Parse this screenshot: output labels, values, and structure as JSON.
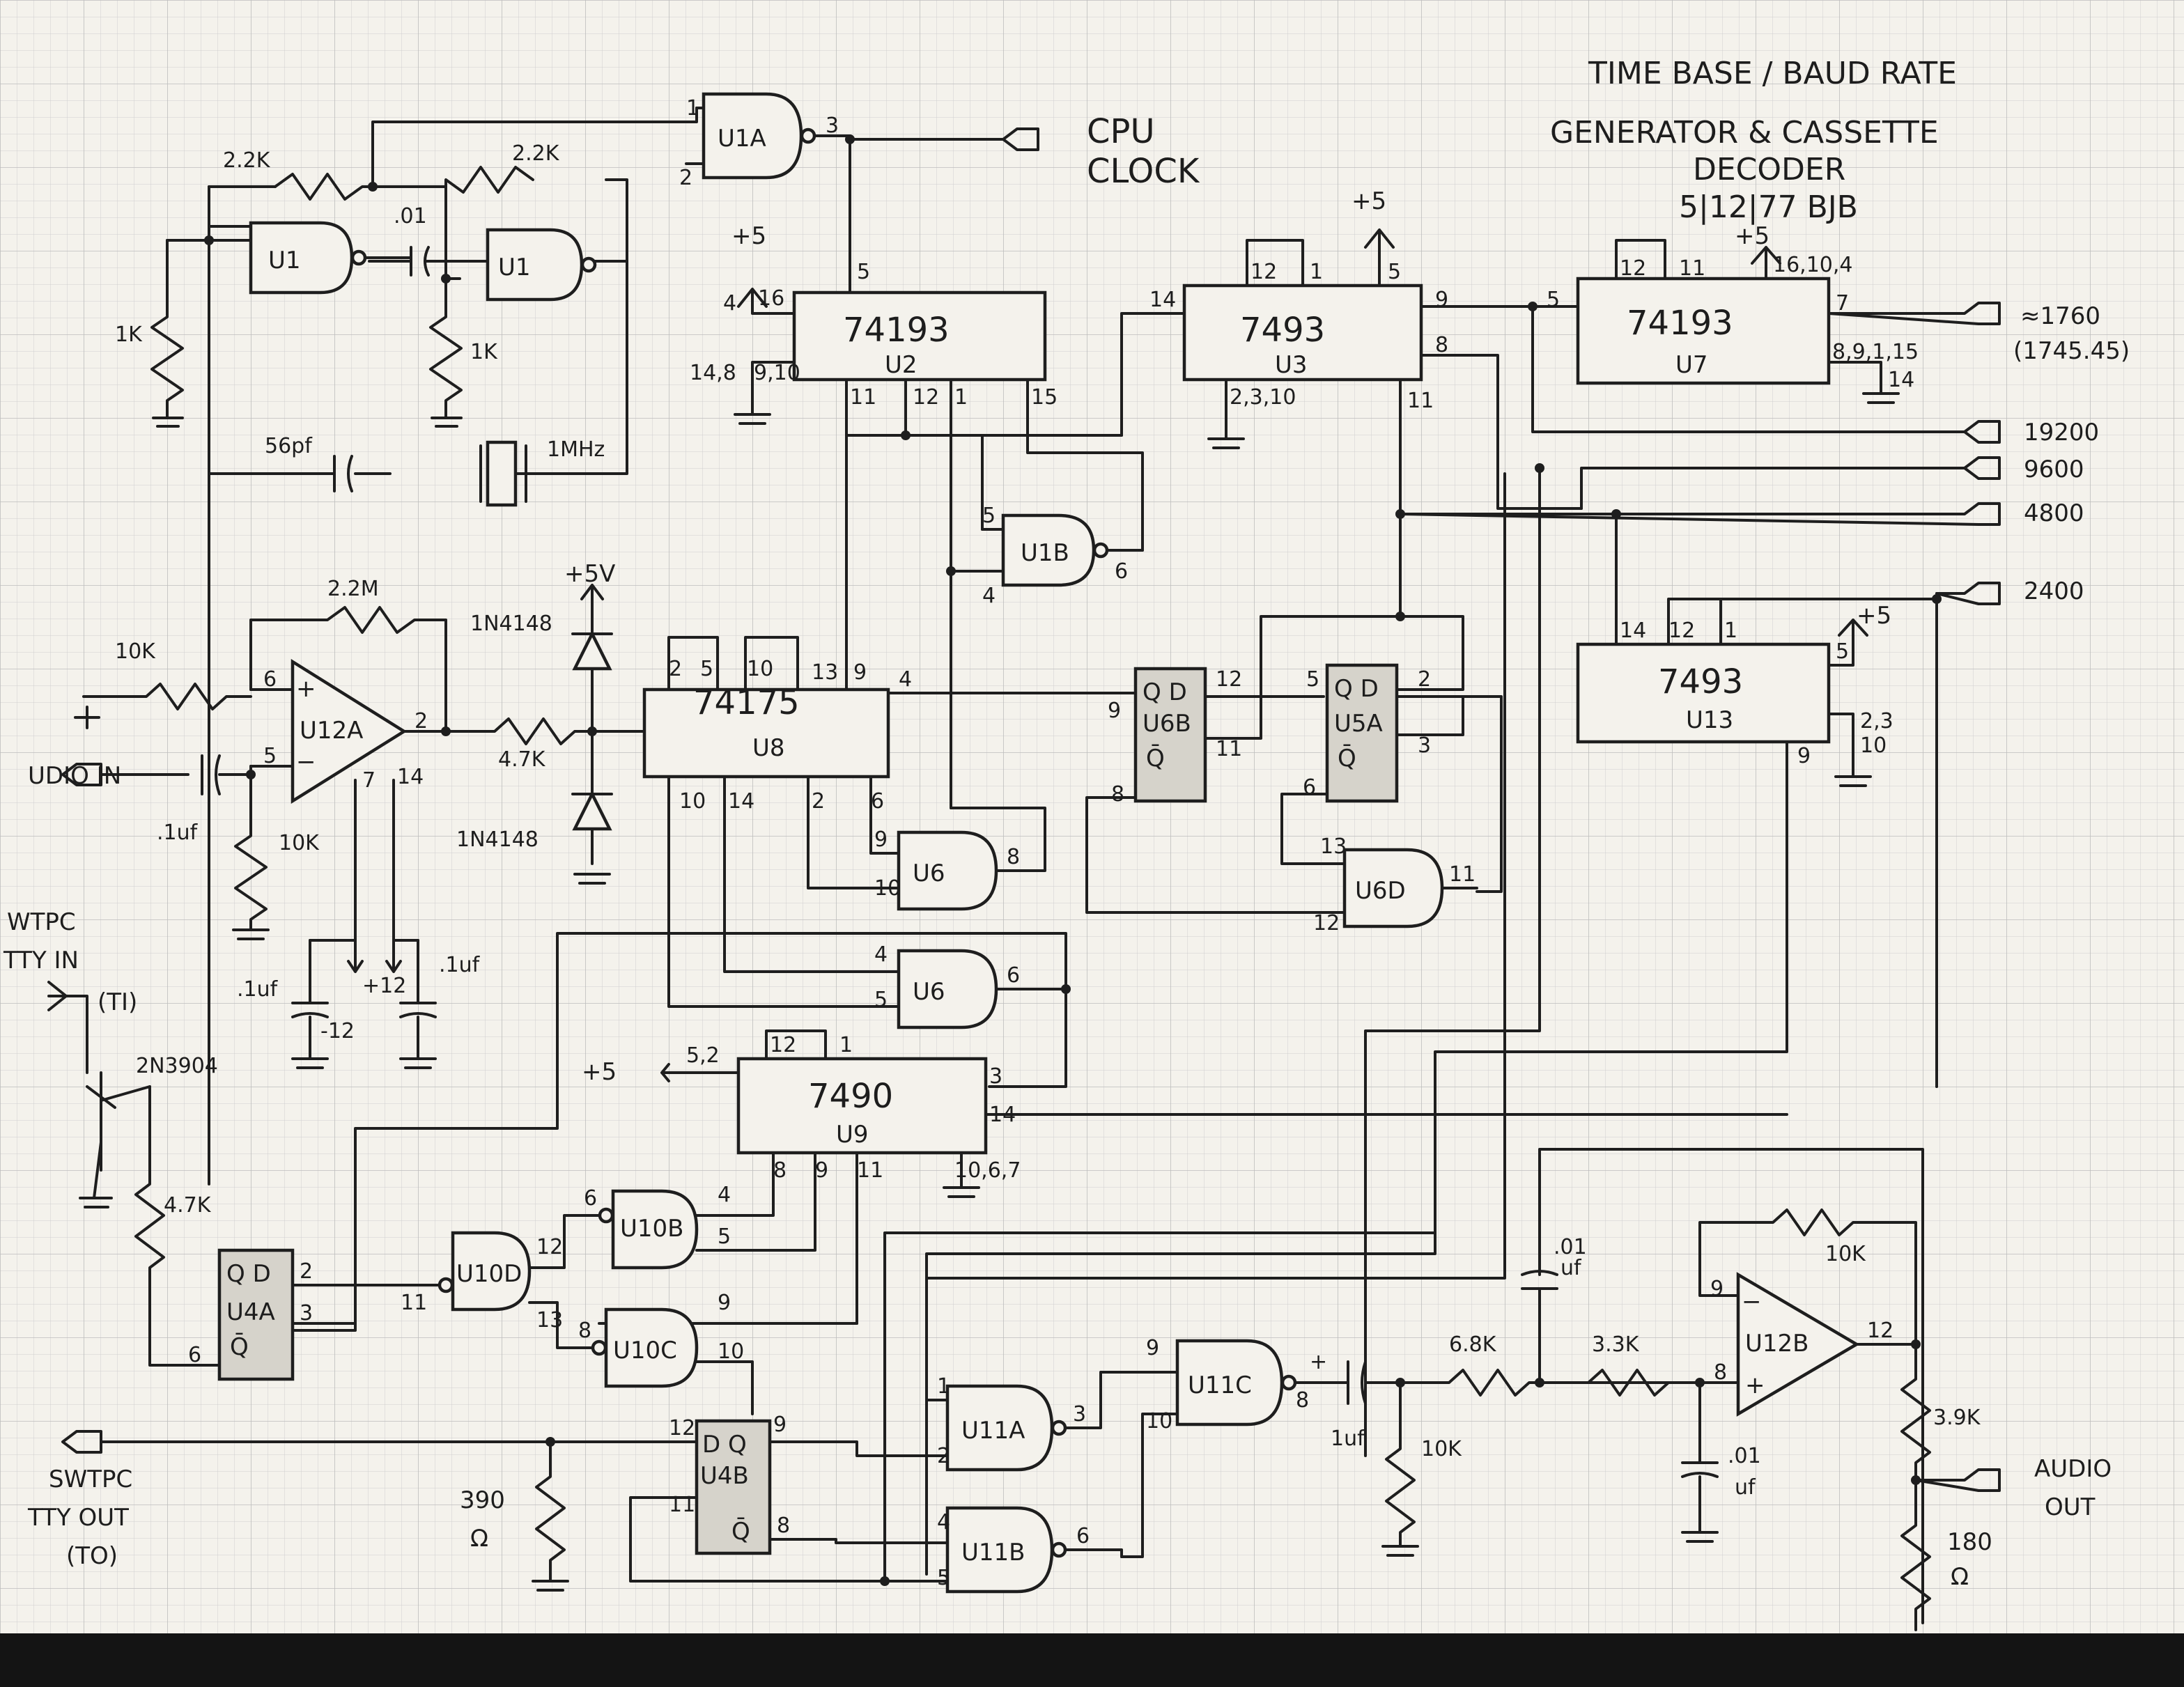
{
  "title": {
    "line1": "TIME BASE / BAUD RATE",
    "line2": "GENERATOR & CASSETTE",
    "line3": "DECODER",
    "line4": "5|12|77 BJB"
  },
  "ports": {
    "cpu_clock_1": "CPU",
    "cpu_clock_2": "CLOCK",
    "f1760": "≈1760",
    "f1745": "(1745.45)",
    "b19200": "19200",
    "b9600": "9600",
    "b4800": "4800",
    "b2400": "2400",
    "audio_in": "UDIO IN",
    "swtpc_in_1": "WTPC",
    "swtpc_in_2": "TTY IN",
    "ti": "(TI)",
    "swtpc_out_1": "SWTPC",
    "swtpc_out_2": "TTY OUT",
    "to": "(TO)",
    "audio_out_1": "AUDIO",
    "audio_out_2": "OUT"
  },
  "chips": {
    "u2_type": "74193",
    "u2_ref": "U2",
    "u3_type": "7493",
    "u3_ref": "U3",
    "u7_type": "74193",
    "u7_ref": "U7",
    "u8_type": "74175",
    "u8_ref": "U8",
    "u13_type": "7493",
    "u13_ref": "U13",
    "u9_type": "7490",
    "u9_ref": "U9",
    "u6b": "U6B",
    "u5a": "U5A",
    "u4a": "U4A",
    "u4b": "U4B"
  },
  "gates": {
    "u1a": "U1A",
    "u1_1": "U1",
    "u1_2": "U1",
    "u1b": "U1B",
    "u6_1": "U6",
    "u6_2": "U6",
    "u6d": "U6D",
    "u10b": "U10B",
    "u10d": "U10D",
    "u10c": "U10C",
    "u11a": "U11A",
    "u11c": "U11C",
    "u11b": "U11B",
    "u12a": "U12A",
    "u12b": "U12B"
  },
  "components": {
    "r22k_1": "2.2K",
    "r22k_2": "2.2K",
    "c01_top": ".01",
    "r1k_1": "1K",
    "r1k_2": "1K",
    "c56": "56pf",
    "xtal": "1MHz",
    "r22m": "2.2M",
    "r10k_in": "10K",
    "c_in": ".1uf",
    "r10k_bias": "10K",
    "r47k_clip": "4.7K",
    "d1": "1N4148",
    "d2": "1N4148",
    "v5": "+5V",
    "c1uf_a": ".1uf",
    "c1uf_b": ".1uf",
    "vm12": "-12",
    "vp12": "+12",
    "q1": "2N3904",
    "r47k_q": "4.7K",
    "r390": "390",
    "ohm_390": "Ω",
    "c01_f": ".01",
    "uf_f": "uf",
    "r68k": "6.8K",
    "r33k": "3.3K",
    "c01_g": ".01",
    "uf_g": "uf",
    "r10k_fb": "10K",
    "c1uf_out": "1uf",
    "r10k_out": "10K",
    "r39k": "3.9K",
    "r180": "180",
    "ohm_180": "Ω"
  },
  "pins": {
    "p5v_u2": "+5",
    "p5v_u3": "+5",
    "p5v_u7": "+5",
    "p5v_u13": "+5",
    "p5v_u9": "+5"
  }
}
